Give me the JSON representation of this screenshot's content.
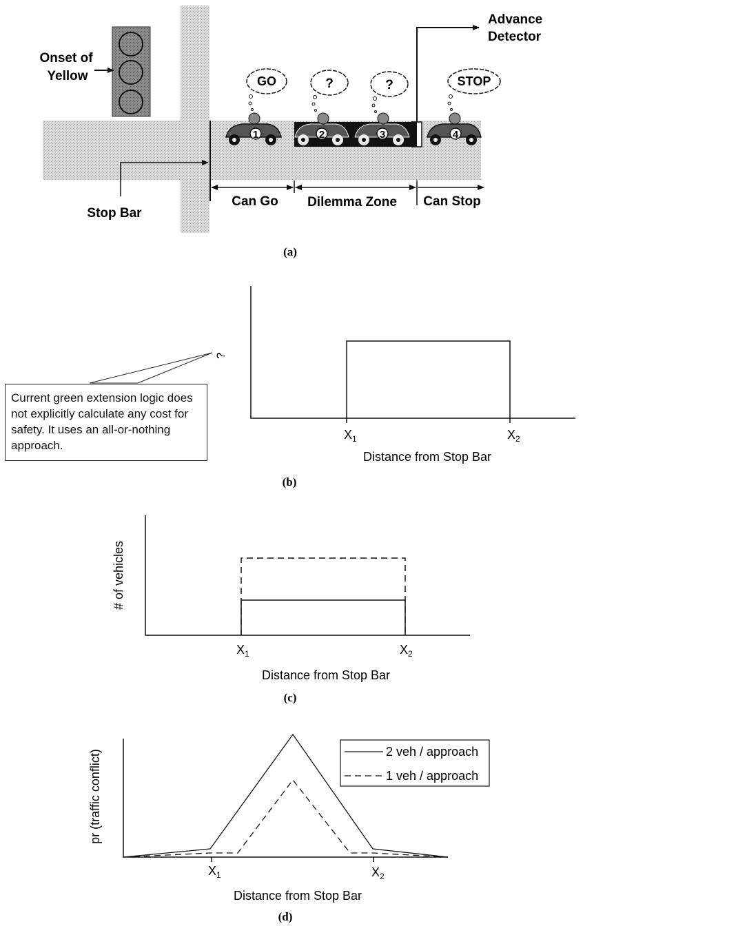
{
  "panel_a": {
    "onset_of_yellow": [
      "Onset of",
      "Yellow"
    ],
    "advance_detector": [
      "Advance",
      "Detector"
    ],
    "stop_bar": "Stop Bar",
    "zones": [
      "Can Go",
      "Dilemma Zone",
      "Can Stop"
    ],
    "thoughts": [
      "GO",
      "?",
      "?",
      "STOP"
    ],
    "car_numbers": [
      "1",
      "2",
      "3",
      "4"
    ],
    "caption": "(a)"
  },
  "panel_b": {
    "callout": "Current green extension logic does not explicitly calculate any cost for safety. It uses an all-or-nothing approach.",
    "question_mark": "?",
    "tick_x1": "X",
    "tick_x2": "X",
    "sub1": "1",
    "sub2": "2",
    "xlabel": "Distance from Stop Bar",
    "caption": "(b)"
  },
  "panel_c": {
    "ylabel": "# of vehicles",
    "tick_x1": "X",
    "tick_x2": "X",
    "sub1": "1",
    "sub2": "2",
    "xlabel": "Distance from Stop Bar",
    "caption": "(c)"
  },
  "panel_d": {
    "ylabel": "pr (traffic conflict)",
    "legend": [
      "2 veh / approach",
      "1 veh / approach"
    ],
    "tick_x1": "X",
    "tick_x2": "X",
    "sub1": "1",
    "sub2": "2",
    "xlabel": "Distance from Stop Bar",
    "caption": "(d)"
  }
}
